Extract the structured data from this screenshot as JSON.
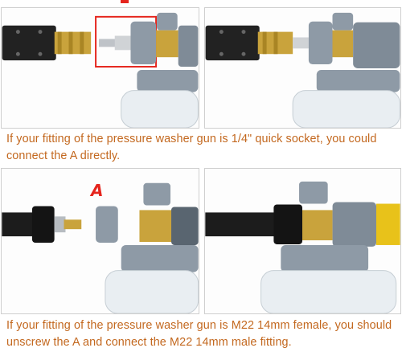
{
  "steps": [
    {
      "caption": "If your fitting of the pressure washer gun is 1/4\" quick socket, you could connect the A directly."
    },
    {
      "caption": "If your fitting of the pressure washer gun is M22 14mm female, you should unscrew the A and connect the M22 14mm male fitting.",
      "marker": "A"
    }
  ],
  "colors": {
    "caption": "#c3681f",
    "highlight": "#e5251d",
    "cap_gray": "#8e9aa6",
    "brass": "#c9a33c",
    "hose_black": "#1c1c1c",
    "wand_yellow": "#e8c21a"
  }
}
